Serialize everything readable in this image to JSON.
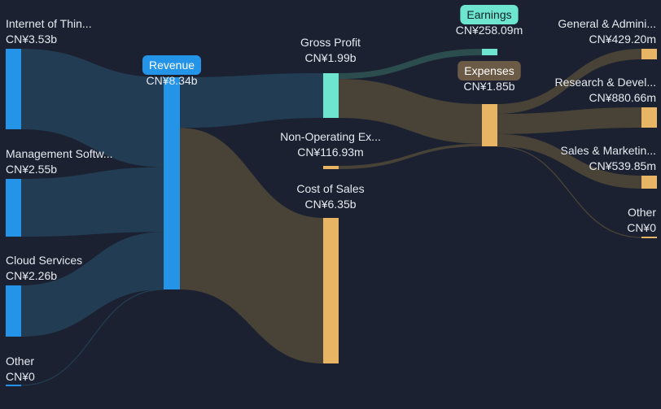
{
  "colors": {
    "background": "#1b2130",
    "revenue_node": "#2394e8",
    "revenue_link": "#233e56",
    "profit_node": "#6ee6cf",
    "profit_link": "#2d5050",
    "expense_node": "#e8b564",
    "expense_link": "#4c4638",
    "text": "#e6e9ef",
    "revenue_pill": "#2394e8",
    "earnings_pill": "#6ee6cf",
    "expenses_pill": "#6b5a45"
  },
  "chart_data": {
    "type": "sankey",
    "currency": "CN¥",
    "nodes": [
      {
        "id": "iot",
        "label": "Internet of Thin...",
        "value_label": "CN¥3.53b",
        "value": 3.53,
        "kind": "revenue"
      },
      {
        "id": "msw",
        "label": "Management Softw...",
        "value_label": "CN¥2.55b",
        "value": 2.55,
        "kind": "revenue"
      },
      {
        "id": "cloud",
        "label": "Cloud Services",
        "value_label": "CN¥2.26b",
        "value": 2.26,
        "kind": "revenue"
      },
      {
        "id": "other_in",
        "label": "Other",
        "value_label": "CN¥0",
        "value": 0,
        "kind": "revenue"
      },
      {
        "id": "revenue",
        "label": "Revenue",
        "value_label": "CN¥8.34b",
        "value": 8.34,
        "kind": "revenue",
        "pill": true
      },
      {
        "id": "gross",
        "label": "Gross Profit",
        "value_label": "CN¥1.99b",
        "value": 1.99,
        "kind": "profit"
      },
      {
        "id": "nonop",
        "label": "Non-Operating Ex...",
        "value_label": "CN¥116.93m",
        "value": 0.11693,
        "kind": "expense"
      },
      {
        "id": "cos",
        "label": "Cost of Sales",
        "value_label": "CN¥6.35b",
        "value": 6.35,
        "kind": "expense"
      },
      {
        "id": "earnings",
        "label": "Earnings",
        "value_label": "CN¥258.09m",
        "value": 0.25809,
        "kind": "profit",
        "pill": true
      },
      {
        "id": "expenses",
        "label": "Expenses",
        "value_label": "CN¥1.85b",
        "value": 1.85,
        "kind": "expense",
        "pill": true
      },
      {
        "id": "ga",
        "label": "General & Admini...",
        "value_label": "CN¥429.20m",
        "value": 0.4292,
        "kind": "expense"
      },
      {
        "id": "rd",
        "label": "Research & Devel...",
        "value_label": "CN¥880.66m",
        "value": 0.88066,
        "kind": "expense"
      },
      {
        "id": "sm",
        "label": "Sales & Marketin...",
        "value_label": "CN¥539.85m",
        "value": 0.53985,
        "kind": "expense"
      },
      {
        "id": "other_out",
        "label": "Other",
        "value_label": "CN¥0",
        "value": 0,
        "kind": "expense"
      }
    ],
    "links": [
      {
        "source": "iot",
        "target": "revenue",
        "value": 3.53
      },
      {
        "source": "msw",
        "target": "revenue",
        "value": 2.55
      },
      {
        "source": "cloud",
        "target": "revenue",
        "value": 2.26
      },
      {
        "source": "other_in",
        "target": "revenue",
        "value": 0
      },
      {
        "source": "revenue",
        "target": "gross",
        "value": 1.99
      },
      {
        "source": "revenue",
        "target": "cos",
        "value": 6.35
      },
      {
        "source": "gross",
        "target": "earnings",
        "value": 0.25809
      },
      {
        "source": "gross",
        "target": "expenses",
        "value": 1.73
      },
      {
        "source": "nonop",
        "target": "expenses",
        "value": 0.11693
      },
      {
        "source": "expenses",
        "target": "ga",
        "value": 0.4292
      },
      {
        "source": "expenses",
        "target": "rd",
        "value": 0.88066
      },
      {
        "source": "expenses",
        "target": "sm",
        "value": 0.53985
      },
      {
        "source": "expenses",
        "target": "other_out",
        "value": 0
      }
    ]
  }
}
